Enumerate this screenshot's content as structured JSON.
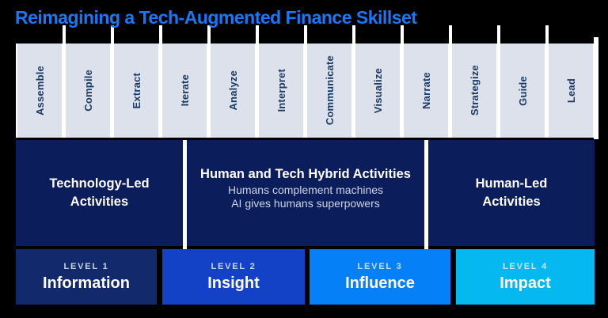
{
  "title": "Reimagining a Tech-Augmented Finance Skillset",
  "skills": [
    "Assemble",
    "Compile",
    "Extract",
    "Iterate",
    "Analyze",
    "Interpret",
    "Communicate",
    "Visualize",
    "Narrate",
    "Strategize",
    "Guide",
    "Lead"
  ],
  "band": {
    "tech": {
      "line1": "Technology-Led",
      "line2": "Activities"
    },
    "hybrid": {
      "title": "Human and Tech Hybrid Activities",
      "sub1": "Humans complement machines",
      "sub2": "AI gives humans superpowers"
    },
    "human": {
      "line1": "Human-Led",
      "line2": "Activities"
    }
  },
  "levels": [
    {
      "label": "LEVEL 1",
      "name": "Information",
      "color": "#12296b"
    },
    {
      "label": "LEVEL 2",
      "name": "Insight",
      "color": "#1442c7"
    },
    {
      "label": "LEVEL 3",
      "name": "Influence",
      "color": "#0680f6"
    },
    {
      "label": "LEVEL 4",
      "name": "Impact",
      "color": "#06b8f0"
    }
  ],
  "colors": {
    "background": "#000000",
    "title_blue": "#1a78f8",
    "column_fill": "#dce1ec",
    "column_text": "#1b3a63",
    "band_navy": "#0c1d5c",
    "divider_white": "#ffffff"
  }
}
